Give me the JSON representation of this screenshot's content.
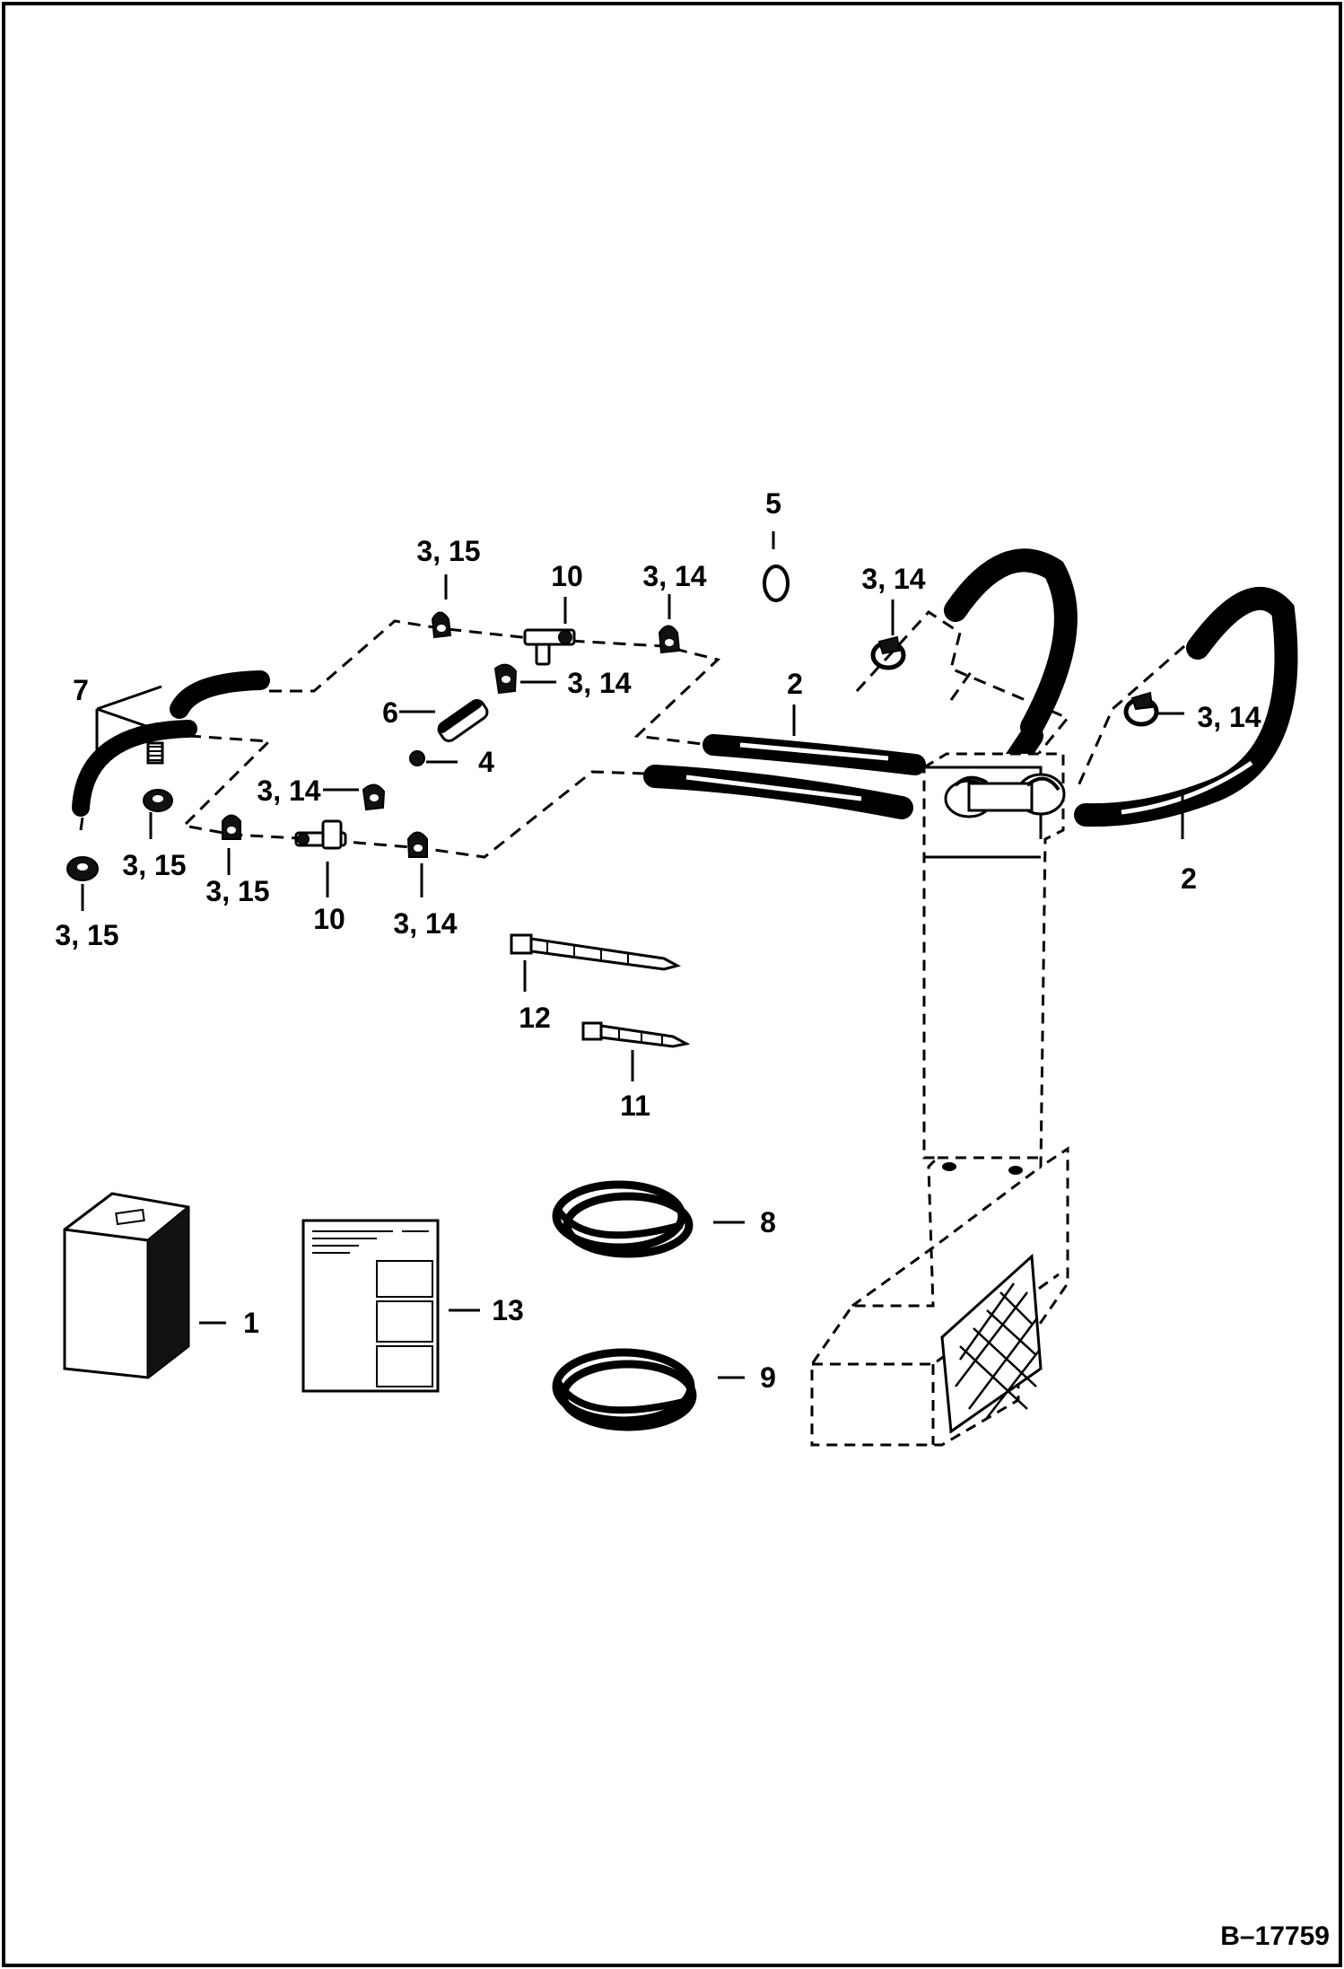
{
  "figure_id": "B–17759",
  "callouts": {
    "c5": "5",
    "c3_15_top": "3, 15",
    "c10_top": "10",
    "c3_14_top": "3, 14",
    "c3_14_right": "3, 14",
    "c7": "7",
    "c3_14_mid": "3, 14",
    "c2_center": "2",
    "c3_14_far_right": "3, 14",
    "c6": "6",
    "c4": "4",
    "c3_14_left": "3, 14",
    "c3_15_a": "3, 15",
    "c3_15_b": "3, 15",
    "c10_bottom": "10",
    "c3_14_bottom": "3, 14",
    "c3_15_c": "3, 15",
    "c2_right": "2",
    "c12": "12",
    "c11": "11",
    "c8": "8",
    "c13": "13",
    "c1": "1",
    "c9": "9"
  }
}
